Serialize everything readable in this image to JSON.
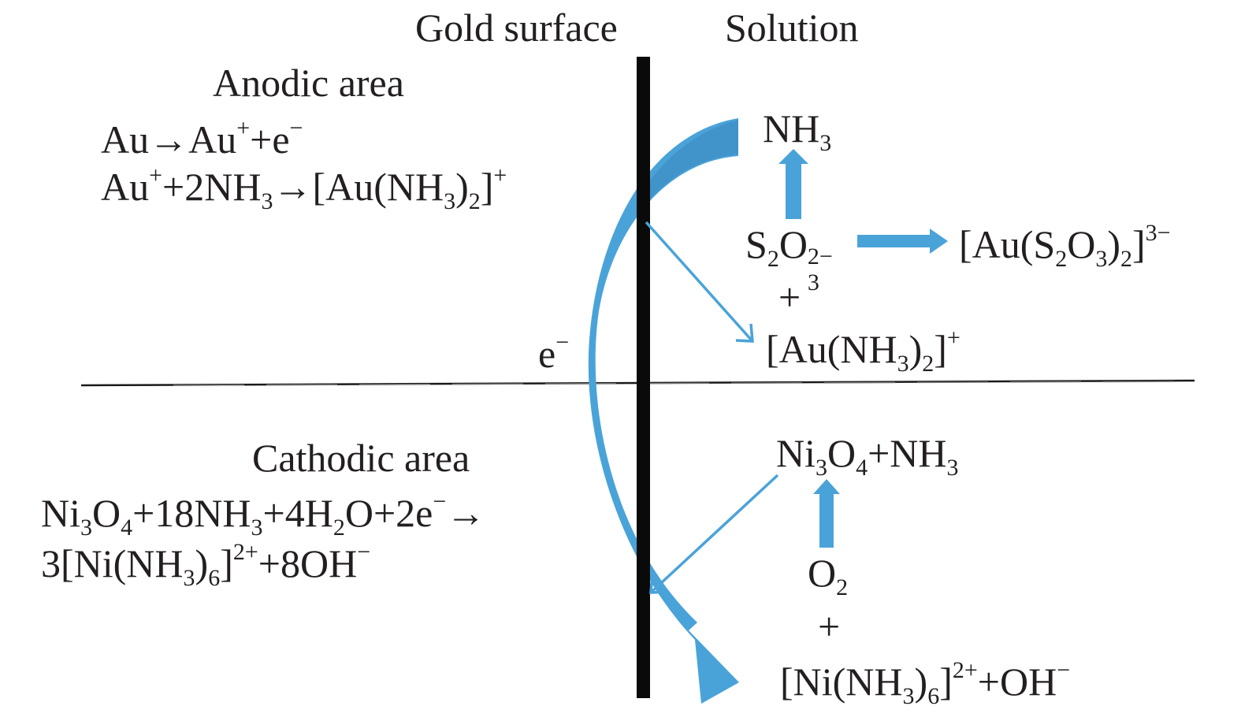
{
  "header": {
    "gold_surface": "Gold surface",
    "solution": "Solution"
  },
  "anodic": {
    "title": "Anodic area",
    "eq1": "Au→Au⁺+e⁻",
    "eq2": "Au⁺+2NH₃→[Au(NH₃)₂]⁺"
  },
  "cathodic": {
    "title": "Cathodic area",
    "eq1": "Ni₃O₄+18NH₃+4H₂O+2e⁻→",
    "eq2": "3[Ni(NH₃)₆]²⁺+8OH⁻"
  },
  "solution_anodic": {
    "nh3": "NH₃",
    "s2o3": "S₂O₃²⁻",
    "au_thio": "[Au(S₂O₃)₂]³⁻",
    "plus": "+",
    "au_amm": "[Au(NH₃)₂]⁺"
  },
  "electron": "e⁻",
  "solution_cathodic": {
    "ni3o4_nh3": "Ni₃O₄+NH₃",
    "o2": "O₂",
    "plus": "+",
    "ni_amm_oh": "[Ni(NH₃)₆]²⁺+OH⁻"
  },
  "colors": {
    "arrow_blue": "#4aa3d8",
    "arrow_blue_dark": "#3b88c0",
    "text": "#231f20",
    "surface": "#0a0a0a",
    "divider": "#1a1a1a"
  }
}
